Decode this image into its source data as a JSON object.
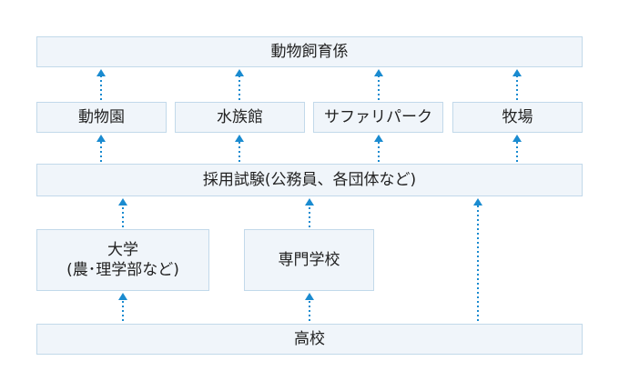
{
  "diagram": {
    "colors": {
      "box_fill": "#f0f5fa",
      "box_border": "#c2d9ea",
      "arrow": "#1a8bd0",
      "text": "#222222"
    },
    "nodes": {
      "job": "動物飼育係",
      "zoo": "動物園",
      "aquarium": "水族館",
      "safari": "サファリパーク",
      "ranch": "牧場",
      "exam": "採用試験(公務員、各団体など)",
      "university": "大学\n(農･理学部など)",
      "vocational": "専門学校",
      "highschool": "高校"
    },
    "edges": [
      [
        "highschool",
        "university"
      ],
      [
        "highschool",
        "vocational"
      ],
      [
        "highschool",
        "exam"
      ],
      [
        "university",
        "exam"
      ],
      [
        "vocational",
        "exam"
      ],
      [
        "exam",
        "zoo"
      ],
      [
        "exam",
        "aquarium"
      ],
      [
        "exam",
        "safari"
      ],
      [
        "exam",
        "ranch"
      ],
      [
        "zoo",
        "job"
      ],
      [
        "aquarium",
        "job"
      ],
      [
        "safari",
        "job"
      ],
      [
        "ranch",
        "job"
      ]
    ]
  }
}
